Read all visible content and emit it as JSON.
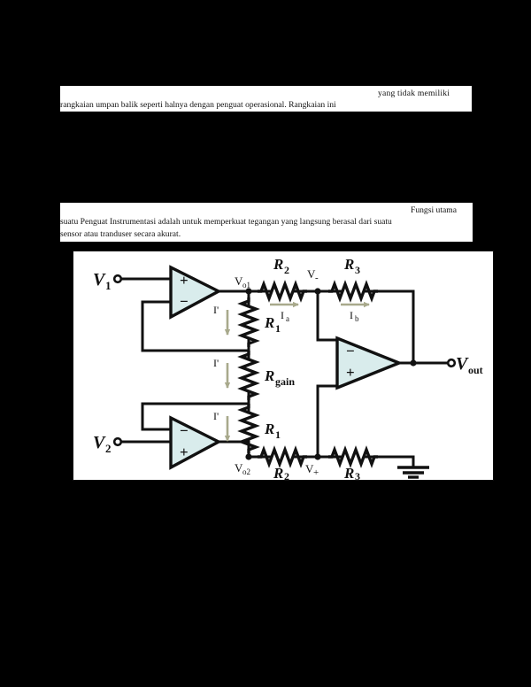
{
  "document": {
    "background_color": "#000000",
    "paragraph_1": {
      "line_1": "yang  tidak  memiliki",
      "line_2": "rangkaian  umpan  balik  seperti  halnya  dengan  penguat  operasional.  Rangkaian  ini"
    },
    "paragraph_2": {
      "line_1": "Fungsi utama",
      "line_2": "suatu Penguat Instrumentasi adalah untuk memperkuat tegangan yang langsung berasal dari suatu",
      "line_3": "sensor atau tranduser secara akurat."
    }
  },
  "figure": {
    "name": "instrumentation-amplifier-circuit",
    "background_color": "#ffffff",
    "border_color": "#111111",
    "opamp_fill": "#d9ecec",
    "opamp_stroke": "#111111",
    "wire_color": "#111111",
    "current_arrow_color": "#a8a98c",
    "inputs": {
      "v1": "V",
      "v1_sub": "1",
      "v2": "V",
      "v2_sub": "2"
    },
    "output": {
      "label": "V",
      "sub": "out"
    },
    "nodes": {
      "vo1": "V",
      "vo1_sub": "o1",
      "vo2": "V",
      "vo2_sub": "o2",
      "v_minus": "V",
      "v_minus_sub": "-",
      "v_plus": "V",
      "v_plus_sub": "+"
    },
    "resistors": [
      {
        "id": "r2-top",
        "label": "R",
        "sub": "2"
      },
      {
        "id": "r3-top",
        "label": "R",
        "sub": "3"
      },
      {
        "id": "r1-top",
        "label": "R",
        "sub": "1"
      },
      {
        "id": "rgain",
        "label": "R",
        "sub": "gain"
      },
      {
        "id": "r1-bottom",
        "label": "R",
        "sub": "1"
      },
      {
        "id": "r2-bottom",
        "label": "R",
        "sub": "2"
      },
      {
        "id": "r3-bottom",
        "label": "R",
        "sub": "3"
      }
    ],
    "currents": [
      {
        "id": "i-prime-top",
        "label": "I'"
      },
      {
        "id": "i-prime-middle",
        "label": "I'"
      },
      {
        "id": "i-prime-bottom",
        "label": "I'"
      },
      {
        "id": "ia",
        "label": "I",
        "sub": "a"
      },
      {
        "id": "ib",
        "label": "I",
        "sub": "b"
      }
    ],
    "opamps": [
      {
        "id": "opamp-top",
        "plus": "+",
        "minus": "−",
        "plus_on_top": true
      },
      {
        "id": "opamp-bottom",
        "plus": "+",
        "minus": "−",
        "plus_on_top": false
      },
      {
        "id": "opamp-output",
        "plus": "+",
        "minus": "−",
        "plus_on_top": false
      }
    ],
    "ground": {
      "id": "ground-symbol"
    }
  }
}
